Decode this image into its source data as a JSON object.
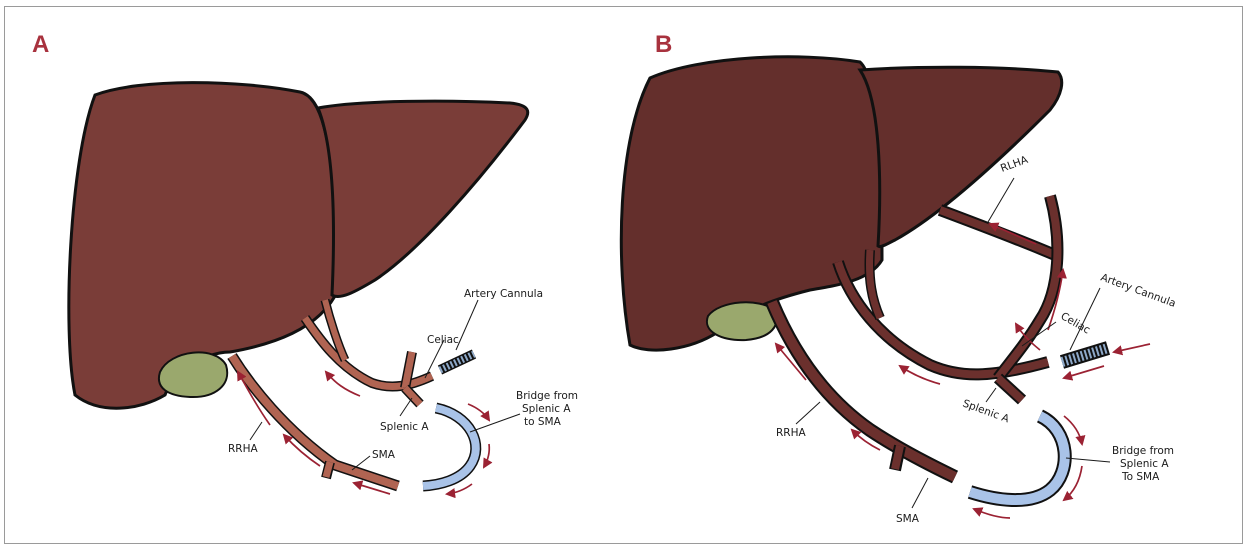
{
  "panels": [
    {
      "letter": "A",
      "labels": {
        "artery_cannula": "Artery Cannula",
        "celiac": "Celiac",
        "splenic_a": "Splenic A",
        "bridge_line1": "Bridge from",
        "bridge_line2": "Splenic A",
        "bridge_line3": "to SMA",
        "rrha": "RRHA",
        "sma": "SMA"
      }
    },
    {
      "letter": "B",
      "labels": {
        "rlha": "RLHA",
        "artery_cannula": "Artery Cannula",
        "celiac": "Celiac",
        "splenic_a": "Splenic A",
        "bridge_line1": "Bridge from",
        "bridge_line2": "Splenic A",
        "bridge_line3": "To SMA",
        "rrha": "RRHA",
        "sma": "SMA"
      }
    }
  ],
  "colors": {
    "liver_a": "#7a3d38",
    "liver_b": "#642f2c",
    "vessel_a": "#b06452",
    "vessel_b": "#6b302d",
    "gallbladder": "#9aa86d",
    "bridge_graft": "#a9c3e8",
    "flow_arrow": "#9b2233",
    "panel_letter": "#a8323e"
  }
}
